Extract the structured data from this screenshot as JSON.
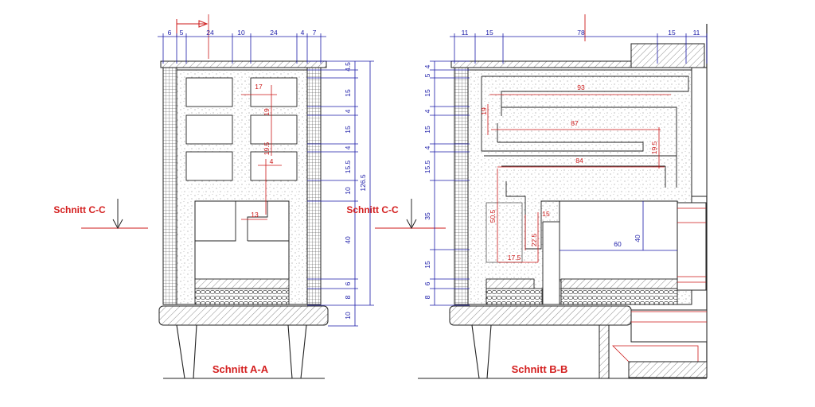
{
  "colors": {
    "dimension": "#1a1aa8",
    "annotation": "#cc1a1a",
    "outline": "#222222"
  },
  "section_a": {
    "caption": "Schnitt A-A",
    "cut_label": "Schnitt C-C",
    "top_dims": [
      "6",
      "5",
      "24",
      "10",
      "24",
      "4",
      "7"
    ],
    "right_dims": [
      "4.5",
      "15",
      "4",
      "15",
      "4",
      "15.5",
      "10",
      "40",
      "6",
      "8",
      "10"
    ],
    "overall_height": "126.5",
    "inner_red": [
      "17",
      "19",
      "19.5",
      "4",
      "13"
    ]
  },
  "section_b": {
    "caption": "Schnitt B-B",
    "cut_label": "Schnitt C-C",
    "top_dims": [
      "11",
      "15",
      "78",
      "15",
      "11"
    ],
    "left_dims": [
      "4",
      "5",
      "15",
      "4",
      "15",
      "4",
      "15.5",
      "35",
      "15",
      "6",
      "8"
    ],
    "flue_red": [
      "93",
      "19",
      "87",
      "19.5",
      "84",
      "50.5",
      "15",
      "22.5",
      "17.5"
    ],
    "firebox_dims": [
      "60",
      "40"
    ]
  }
}
